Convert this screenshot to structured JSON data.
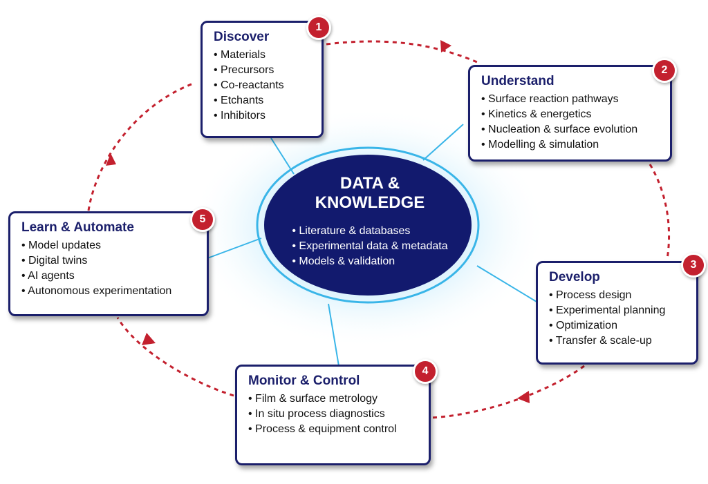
{
  "center": {
    "title": "DATA &\nKNOWLEDGE",
    "items": [
      "Literature & databases",
      "Experimental data & metadata",
      "Models & validation"
    ]
  },
  "steps": [
    {
      "number": "1",
      "title": "Discover",
      "items": [
        "Materials",
        "Precursors",
        "Co-reactants",
        "Etchants",
        "Inhibitors"
      ]
    },
    {
      "number": "2",
      "title": "Understand",
      "items": [
        "Surface reaction pathways",
        "Kinetics & energetics",
        "Nucleation & surface evolution",
        "Modelling & simulation"
      ]
    },
    {
      "number": "3",
      "title": "Develop",
      "items": [
        "Process design",
        "Experimental planning",
        "Optimization",
        "Transfer & scale-up"
      ]
    },
    {
      "number": "4",
      "title": "Monitor & Control",
      "items": [
        "Film & surface metrology",
        "In situ process diagnostics",
        "Process & equipment control"
      ]
    },
    {
      "number": "5",
      "title": "Learn & Automate",
      "items": [
        "Model updates",
        "Digital twins",
        "AI agents",
        "Autonomous experimentation"
      ]
    }
  ],
  "colors": {
    "navy": "#1b1f6b",
    "red": "#c3202e",
    "glow": "#7fd3f5",
    "connector": "#39b5e8"
  }
}
